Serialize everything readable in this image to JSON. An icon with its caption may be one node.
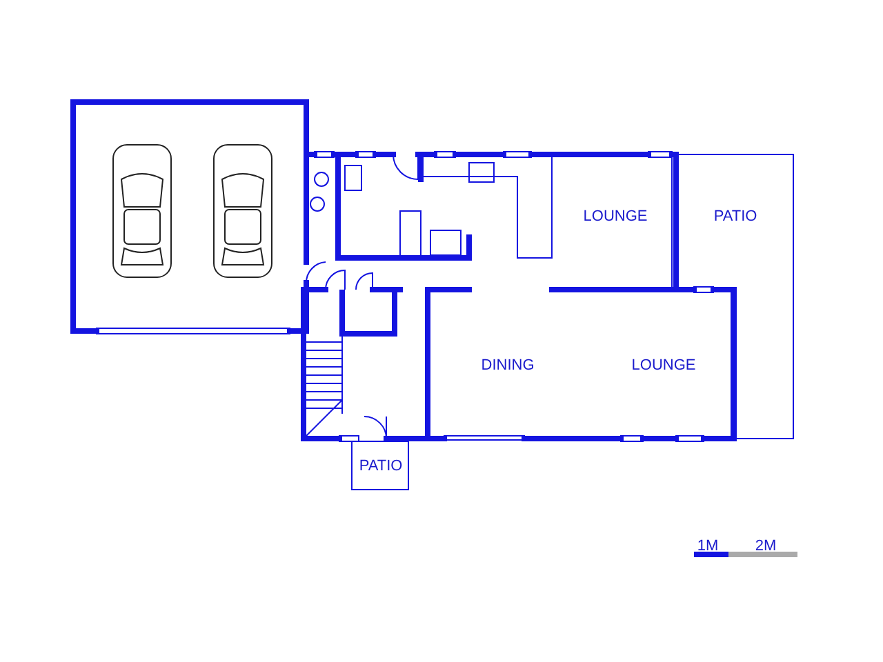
{
  "diagram": {
    "labels": [
      "LOUNGE",
      "PATIO",
      "DINING",
      "LOUNGE",
      "PATIO",
      "1M",
      "2M"
    ]
  }
}
